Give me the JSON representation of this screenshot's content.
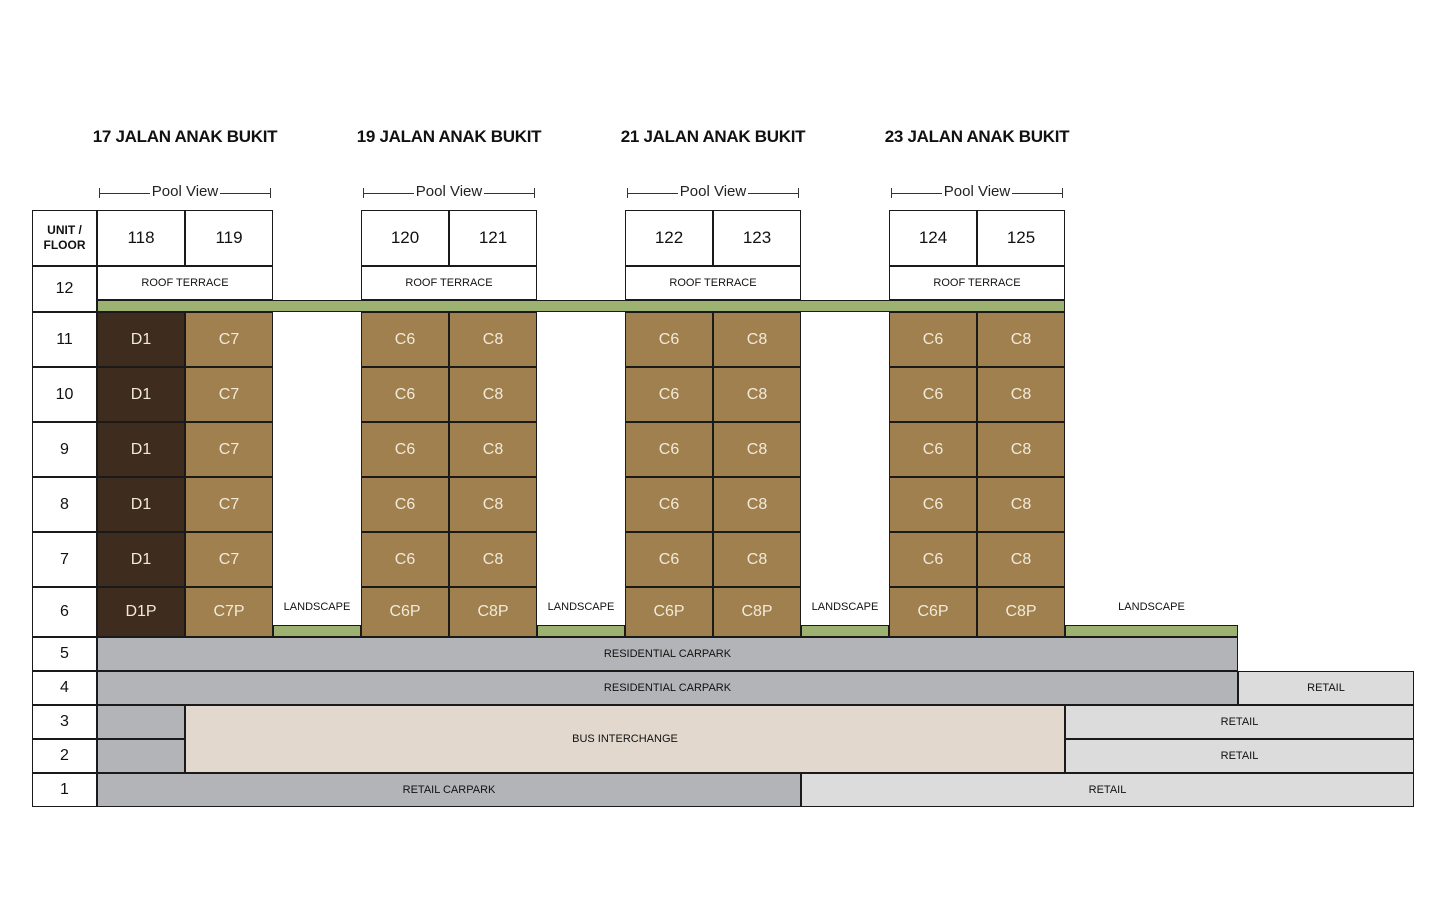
{
  "buildings": [
    {
      "title": "17 JALAN ANAK BUKIT",
      "pool": "Pool View",
      "units": [
        "118",
        "119"
      ],
      "roof": "ROOF TERRACE",
      "col1": [
        "D1",
        "D1",
        "D1",
        "D1",
        "D1",
        "D1P"
      ],
      "col2": [
        "C7",
        "C7",
        "C7",
        "C7",
        "C7",
        "C7P"
      ],
      "dark_first": true
    },
    {
      "title": "19 JALAN ANAK BUKIT",
      "pool": "Pool View",
      "units": [
        "120",
        "121"
      ],
      "roof": "ROOF TERRACE",
      "col1": [
        "C6",
        "C6",
        "C6",
        "C6",
        "C6",
        "C6P"
      ],
      "col2": [
        "C8",
        "C8",
        "C8",
        "C8",
        "C8",
        "C8P"
      ],
      "dark_first": false
    },
    {
      "title": "21 JALAN ANAK BUKIT",
      "pool": "Pool View",
      "units": [
        "122",
        "123"
      ],
      "roof": "ROOF TERRACE",
      "col1": [
        "C6",
        "C6",
        "C6",
        "C6",
        "C6",
        "C6P"
      ],
      "col2": [
        "C8",
        "C8",
        "C8",
        "C8",
        "C8",
        "C8P"
      ],
      "dark_first": false
    },
    {
      "title": "23 JALAN ANAK BUKIT",
      "pool": "Pool View",
      "units": [
        "124",
        "125"
      ],
      "roof": "ROOF TERRACE",
      "col1": [
        "C6",
        "C6",
        "C6",
        "C6",
        "C6",
        "C6P"
      ],
      "col2": [
        "C8",
        "C8",
        "C8",
        "C8",
        "C8",
        "C8P"
      ],
      "dark_first": false
    }
  ],
  "header_label": "UNIT / FLOOR",
  "floors": [
    "12",
    "11",
    "10",
    "9",
    "8",
    "7",
    "6",
    "5",
    "4",
    "3",
    "2",
    "1"
  ],
  "landscape": "LANDSCAPE",
  "podium": {
    "f5": "RESIDENTIAL CARPARK",
    "f4": "RESIDENTIAL CARPARK",
    "f4_retail": "RETAIL",
    "f3_retail": "RETAIL",
    "f2_retail": "RETAIL",
    "bus": "BUS INTERCHANGE",
    "f1_carpark": "RETAIL CARPARK",
    "f1_retail": "RETAIL"
  },
  "colors": {
    "dark_unit": "#3e2c1e",
    "unit": "#a0804f",
    "green": "#9db271",
    "carpark": "#b3b4b7",
    "retail": "#dcdcdd",
    "bus": "#e3d8ce"
  }
}
